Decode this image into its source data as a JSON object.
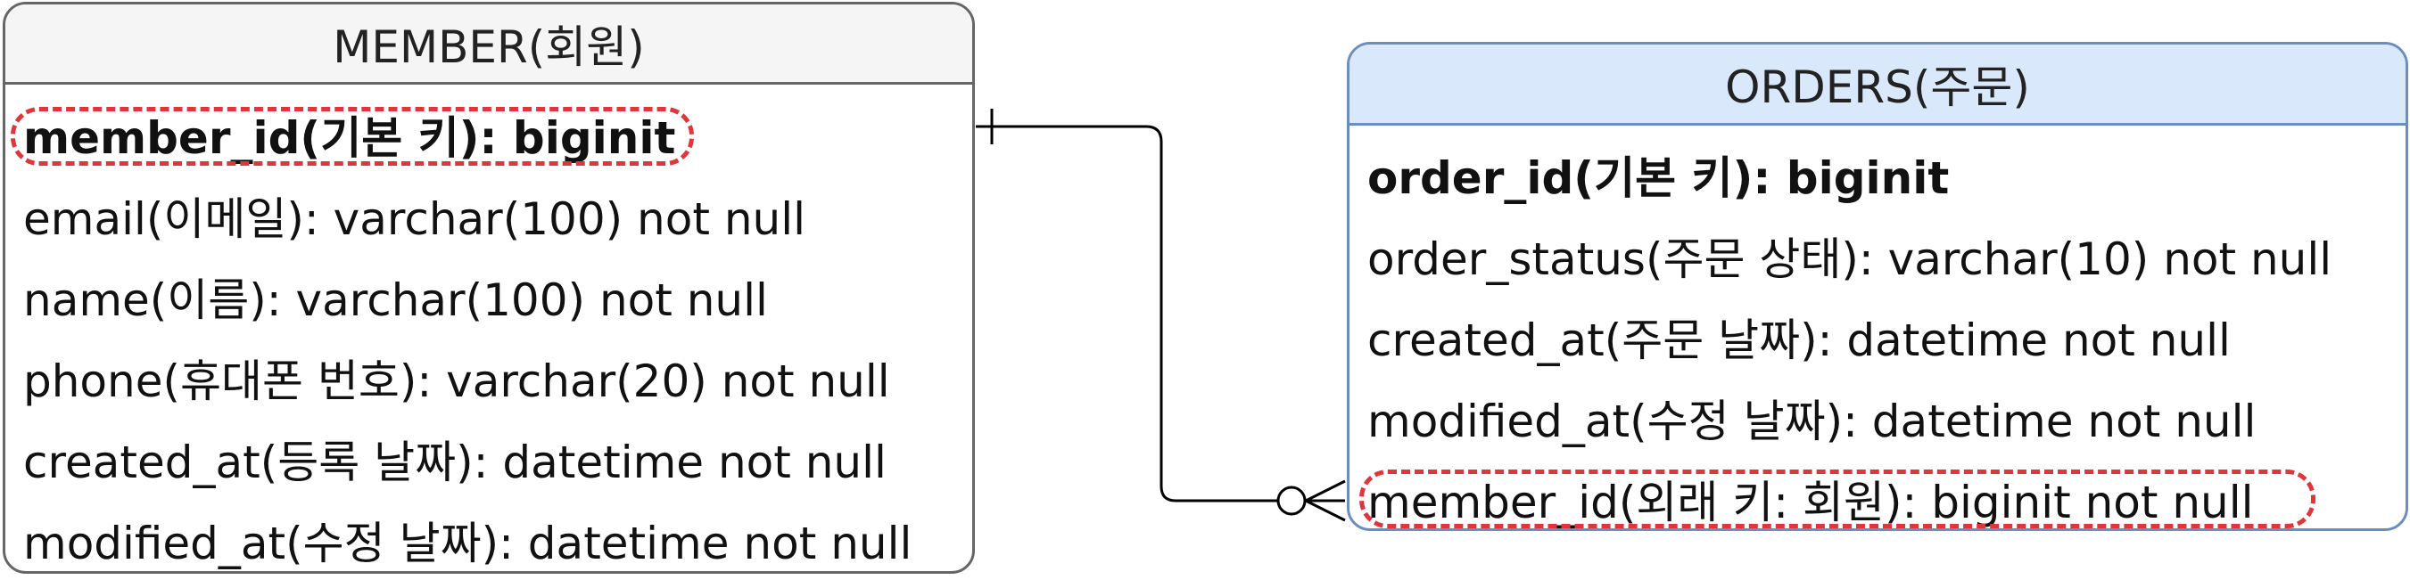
{
  "member_table": {
    "title": "MEMBER(회원)",
    "fields": [
      {
        "text": "member_id(기본 키):  biginit",
        "primary_key": true
      },
      {
        "text": "email(이메일): varchar(100) not null"
      },
      {
        "text": "name(이름): varchar(100) not null"
      },
      {
        "text": "phone(휴대폰 번호): varchar(20) not null"
      },
      {
        "text": "created_at(등록 날짜): datetime not null"
      },
      {
        "text": "modified_at(수정 날짜): datetime not null"
      }
    ]
  },
  "orders_table": {
    "title": "ORDERS(주문)",
    "fields": [
      {
        "text": "order_id(기본 키):  biginit",
        "primary_key": true
      },
      {
        "text": "order_status(주문 상태): varchar(10) not null"
      },
      {
        "text": "created_at(주문 날짜): datetime not null"
      },
      {
        "text": "modified_at(수정 날짜): datetime not null"
      },
      {
        "text": "member_id(외래 키: 회원): biginit not null",
        "foreign_key": true
      }
    ]
  },
  "relationship": {
    "from": "MEMBER.member_id",
    "to": "ORDERS.member_id",
    "from_cardinality": "one",
    "to_cardinality": "zero-or-many"
  },
  "colors": {
    "member_header_fill": "#f5f5f5",
    "member_border": "#666666",
    "orders_header_fill": "#dae8fc",
    "orders_border": "#6c8ebf",
    "key_highlight": "#e0353a",
    "connector": "#000000"
  }
}
